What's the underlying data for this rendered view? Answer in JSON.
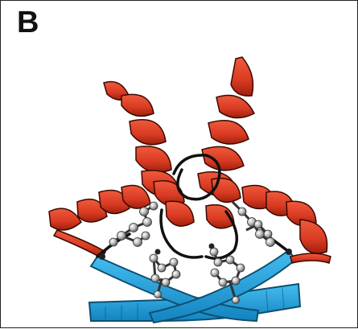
{
  "figure": {
    "panel_label": "B",
    "colors": {
      "helix": "#e0442a",
      "helix_dark": "#a8230f",
      "strand": "#1f9fd8",
      "strand_dark": "#0d5f8a",
      "loop": "#111111",
      "atom": "#c8c8c8",
      "atom_dark": "#444444",
      "border": "#222222"
    },
    "components": [
      "alpha-helix",
      "beta-strand",
      "loop",
      "side-chain"
    ]
  }
}
